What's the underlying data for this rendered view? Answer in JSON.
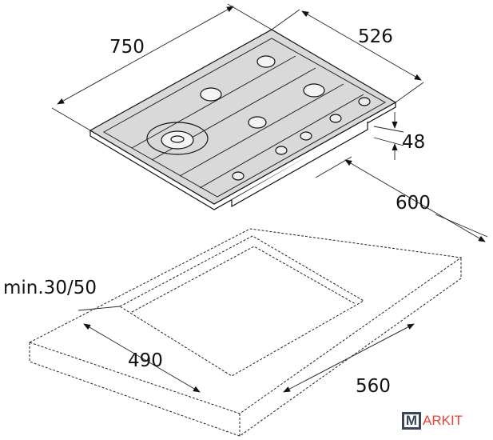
{
  "dimensions": {
    "width": "750",
    "depth": "526",
    "height": "48",
    "cutout_offset": "600",
    "min_distance": "min.30/50",
    "cutout_depth": "490",
    "cutout_width": "560"
  },
  "logo": {
    "letter": "M",
    "text": "ARKIT"
  },
  "colors": {
    "hob_surface": "#d9d9d9",
    "line": "#1a1a1a",
    "logo_red": "#e8423a",
    "logo_dark": "#3b4656"
  }
}
